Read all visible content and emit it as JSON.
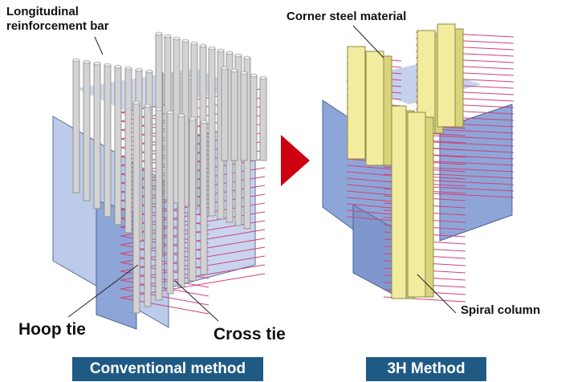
{
  "left_panel": {
    "label_longitudinal_line1": "Longitudinal",
    "label_longitudinal_line2": "reinforcement bar",
    "label_hoop_tie": "Hoop tie",
    "label_cross_tie": "Cross tie",
    "caption": "Conventional method"
  },
  "right_panel": {
    "label_corner_steel": "Corner steel material",
    "label_spiral_column": "Spiral column",
    "caption": "3H Method"
  },
  "colors": {
    "wall_front": "#8ea6d7",
    "wall_side": "#bccbe9",
    "rebar": "#d3d3d3",
    "tie": "#d0407a",
    "steel": "#f1ec9e",
    "arrow": "#cc0010",
    "caption_bg": "#1f5a85"
  },
  "icons": {
    "transition": "right-arrow-icon"
  }
}
